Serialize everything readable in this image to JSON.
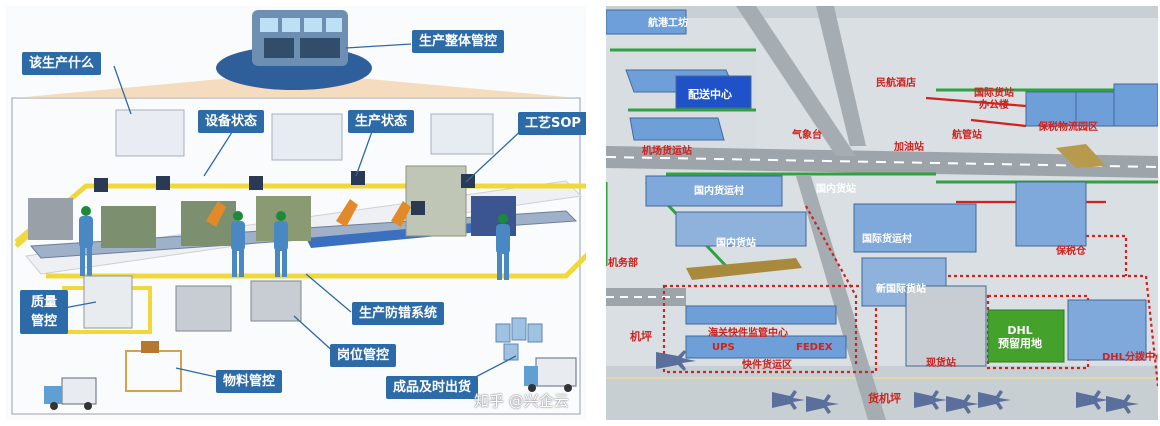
{
  "left": {
    "labels": {
      "control": "生产整体管控",
      "what": "该生产什么",
      "equipment": "设备状态",
      "production": "生产状态",
      "sop": "工艺SOP",
      "quality": "质量\n管控",
      "error_proof": "生产防错系统",
      "station": "岗位管控",
      "material": "物料管控",
      "finished": "成品及时出货"
    },
    "watermark": "知乎 @兴企云"
  },
  "right": {
    "labels": {
      "distribution": "配送中心",
      "top": "航港工坊",
      "hotel": "民航酒店",
      "office": "国际货站\n办公楼",
      "weather": "气象台",
      "gas": "加油站",
      "airline": "航管站",
      "warehouse": "保税物流园区",
      "airport_station": "机场货运站",
      "domestic_village": "国内货运村",
      "domestic_station": "国内货站",
      "intl_village": "国际货运村",
      "bonded": "保税仓",
      "new_intl": "新国际货站",
      "service": "机务部",
      "customs": "海关快件监管中心",
      "ups": "UPS",
      "fedex": "FEDEX",
      "express": "快件货运区",
      "dhl_box": "DHL\n预留用地",
      "current": "现货站",
      "apron_left": "机坪",
      "cargo_apron": "货机坪",
      "dhl_hub": "DHL分拨中心"
    }
  }
}
